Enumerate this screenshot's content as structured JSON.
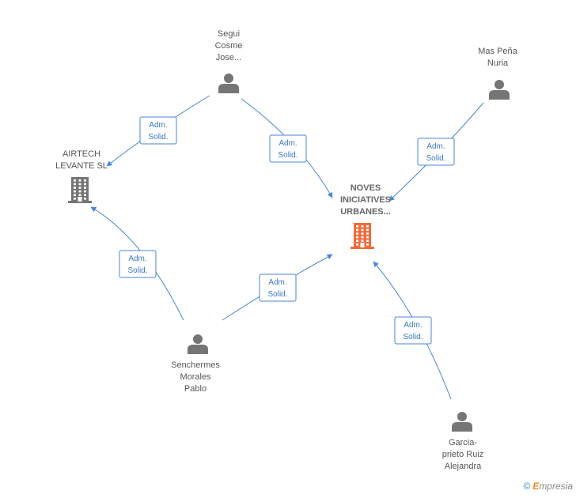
{
  "nodes": {
    "segui": {
      "lines": [
        "Segui",
        "Cosme",
        "Jose..."
      ],
      "icon": "person-icon"
    },
    "mas": {
      "lines": [
        "Mas Peña",
        "Nuria"
      ],
      "icon": "person-icon"
    },
    "airtech": {
      "lines": [
        "AIRTECH",
        "LEVANTE SL"
      ],
      "icon": "building-icon"
    },
    "noves": {
      "lines": [
        "NOVES",
        "INICIATIVES",
        "URBANES..."
      ],
      "icon": "building-icon"
    },
    "senchermes": {
      "lines": [
        "Senchermes",
        "Morales",
        "Pablo"
      ],
      "icon": "person-icon"
    },
    "garcia": {
      "lines": [
        "Garcia-",
        "prieto Ruiz",
        "Alejandra"
      ],
      "icon": "person-icon"
    }
  },
  "edges": [
    {
      "from": "segui",
      "to": "airtech",
      "label": [
        "Adm.",
        "Solid."
      ]
    },
    {
      "from": "segui",
      "to": "noves",
      "label": [
        "Adm.",
        "Solid."
      ]
    },
    {
      "from": "mas",
      "to": "noves",
      "label": [
        "Adm.",
        "Solid."
      ]
    },
    {
      "from": "senchermes",
      "to": "airtech",
      "label": [
        "Adm.",
        "Solid."
      ]
    },
    {
      "from": "senchermes",
      "to": "noves",
      "label": [
        "Adm.",
        "Solid."
      ]
    },
    {
      "from": "garcia",
      "to": "noves",
      "label": [
        "Adm.",
        "Solid."
      ]
    }
  ],
  "colors": {
    "edge": "#4a86d4",
    "person": "#757575",
    "company": "#757575",
    "focus_company": "#f26b3a"
  },
  "brand": {
    "copyright": "©",
    "e": "E",
    "rest": "mpresia"
  }
}
